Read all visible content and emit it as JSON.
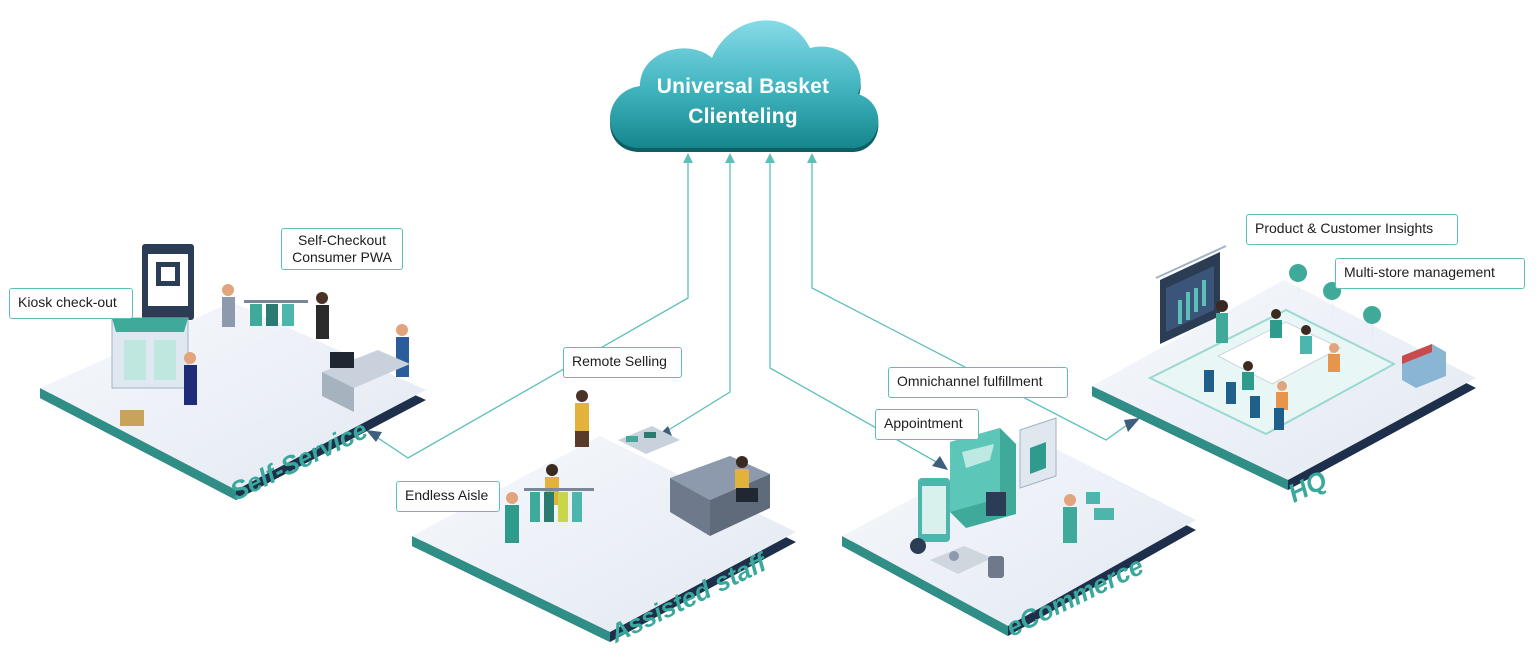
{
  "cloud": {
    "line1": "Universal Basket",
    "line2": "Clienteling"
  },
  "labels": {
    "kiosk": "Kiosk check-out",
    "self_checkout_line1": "Self-Checkout",
    "self_checkout_line2": "Consumer PWA",
    "remote_selling": "Remote Selling",
    "endless_aisle": "Endless Aisle",
    "appointment": "Appointment",
    "omnichannel": "Omnichannel fulfillment",
    "product_insights": "Product & Customer Insights",
    "multi_store": "Multi-store management"
  },
  "platforms": {
    "self_service": "Self-Service",
    "assisted_staff": "Assisted staff",
    "ecommerce": "eCommerce",
    "hq": "HQ"
  },
  "colors": {
    "accent": "#5cc0b8",
    "cloud_top": "#7fd6e3",
    "cloud_bottom": "#1a8e93",
    "platform_top": "#eef2f8",
    "platform_side": "#1d2f4a",
    "platform_edge": "#2f8e86"
  }
}
